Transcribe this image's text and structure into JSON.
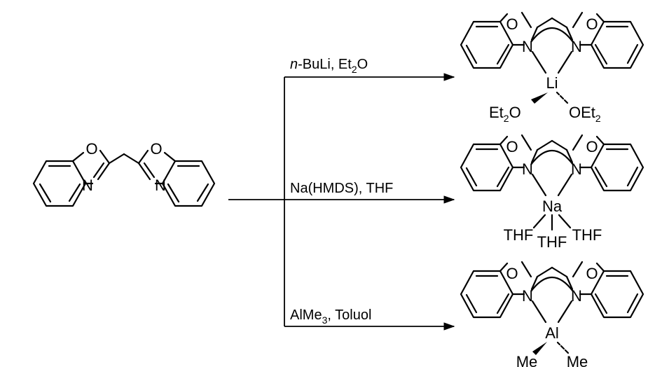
{
  "reactant": {
    "atoms": {
      "o_left": "O",
      "o_right": "O",
      "n_left": "N",
      "n_right": "N"
    }
  },
  "reactions": [
    {
      "reagent": "n-BuLi, Et₂O",
      "reagent_italic": "n",
      "reagent_rest": "-BuLi, Et",
      "reagent_sub": "2",
      "reagent_tail": "O"
    },
    {
      "reagent": "Na(HMDS), THF",
      "reagent_main": "Na(HMDS), THF"
    },
    {
      "reagent": "AlMe₃, Toluol",
      "reagent_main": "AlMe",
      "reagent_sub": "3",
      "reagent_tail": ", Toluol"
    }
  ],
  "products": [
    {
      "metal": "Li",
      "ligands": {
        "left_main": "Et",
        "left_sub": "2",
        "left_tail": "O",
        "right_main": "OEt",
        "right_sub": "2"
      },
      "atoms": {
        "o_left": "O",
        "o_right": "O",
        "n_left": "N",
        "n_right": "N"
      }
    },
    {
      "metal": "Na",
      "ligands": {
        "left": "THF",
        "middle": "THF",
        "right": "THF"
      },
      "atoms": {
        "o_left": "O",
        "o_right": "O",
        "n_left": "N",
        "n_right": "N"
      }
    },
    {
      "metal": "Al",
      "ligands": {
        "left": "Me",
        "right": "Me"
      },
      "atoms": {
        "o_left": "O",
        "o_right": "O",
        "n_left": "N",
        "n_right": "N"
      }
    }
  ]
}
